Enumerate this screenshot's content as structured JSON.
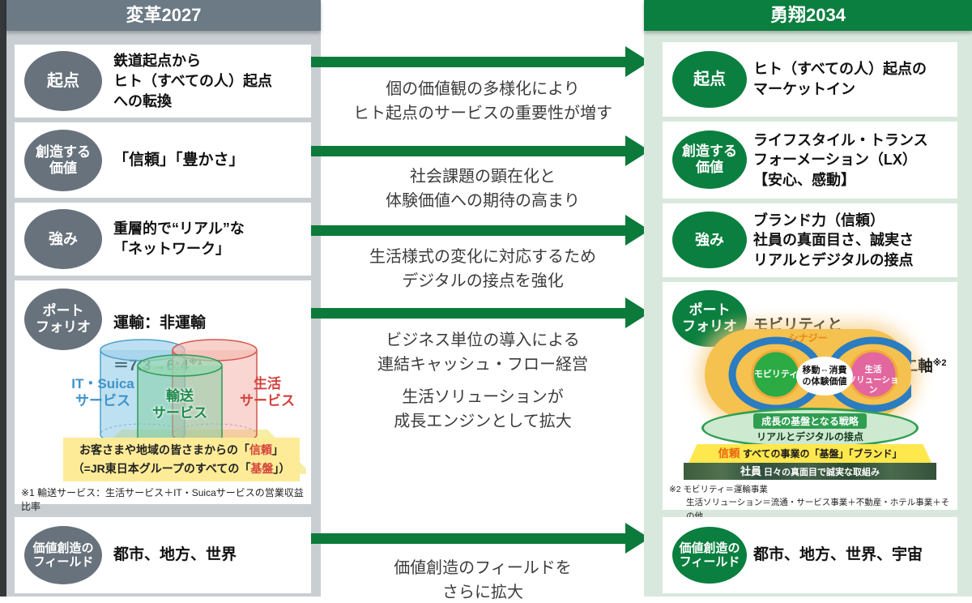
{
  "left": {
    "header": "変革2027",
    "rows": [
      {
        "label": "起点",
        "text": "鉄道起点から\nヒト（すべての人）起点\nへの転換"
      },
      {
        "label": "創造する\n価値",
        "text": "「信頼」「豊かさ」"
      },
      {
        "label": "強み",
        "text": "重層的で“リアル”な\n「ネットワーク」"
      },
      {
        "label": "ポート\nフォリオ",
        "line1": "運輸：非運輸",
        "line2": "＝7:3→6:4",
        "sup": "※1"
      },
      {
        "label": "価値創造の\nフィールド",
        "text": "都市、地方、世界"
      }
    ],
    "portfolio": {
      "cylinder_labels": [
        "IT・Suica\nサービス",
        "輸送\nサービス",
        "生活\nサービス"
      ],
      "trust_line1": {
        "pre": "お客さまや地域の皆さまからの「",
        "accent": "信頼",
        "post": "」"
      },
      "trust_line2": {
        "pre": "（=JR東日本グループのすべての「",
        "accent": "基盤",
        "post": "」）"
      },
      "footnote": "※1 輸送サービス：生活サービス＋IT・Suicaサービスの営業収益比率"
    }
  },
  "middle": {
    "notes": [
      "個の価値観の多様化により\nヒト起点のサービスの重要性が増す",
      "社会課題の顕在化と\n体験価値への期待の高まり",
      "生活様式の変化に対応するため\nデジタルの接点を強化",
      "ビジネス単位の導入による\n連結キャッシュ・フロー経営",
      "生活ソリューションが\n成長エンジンとして拡大",
      "価値創造のフィールドを\nさらに拡大"
    ]
  },
  "right": {
    "header": "勇翔2034",
    "rows": [
      {
        "label": "起点",
        "text": "ヒト（すべての人）起点の\nマーケットイン"
      },
      {
        "label": "創造する\n価値",
        "text": "ライフスタイル・トランス\nフォーメーション（LX）\n【安心、感動】"
      },
      {
        "label": "強み",
        "text": "ブランド力（信頼）\n社員の真面目さ、誠実さ\nリアルとデジタルの接点"
      },
      {
        "label": "ポート\nフォリオ",
        "line1": "モビリティと",
        "line2": "生活ソリューションの二軸",
        "sup": "※2"
      },
      {
        "label": "価値創造の\nフィールド",
        "text": "都市、地方、世界、宇宙"
      }
    ],
    "portfolio": {
      "synergy": "シナジー",
      "mobility": "モビリティ",
      "life_solution": "生活\nソリューション",
      "center": "移動⇔消費\nの体験価値",
      "strategy_band": "成長の基盤となる戦略",
      "strategy_sub": "リアルとデジタルの接点",
      "trust_band": {
        "accent": "信頼",
        "text": "すべての事業の「基盤」「ブランド」"
      },
      "staff_band": {
        "accent": "社員",
        "text": "日々の真面目で誠実な取組み"
      },
      "footnote1": "※2 モビリティ＝運輸事業",
      "footnote2": "生活ソリューション＝流通・サービス事業＋不動産・ホテル事業＋その他"
    }
  },
  "colors": {
    "header_gray": "#6b7a85",
    "accent_green": "#0a7f3f",
    "arrow_green": "#0c7a3a",
    "accent_red": "#d2423c",
    "highlight_yellow": "#ffe74e"
  }
}
